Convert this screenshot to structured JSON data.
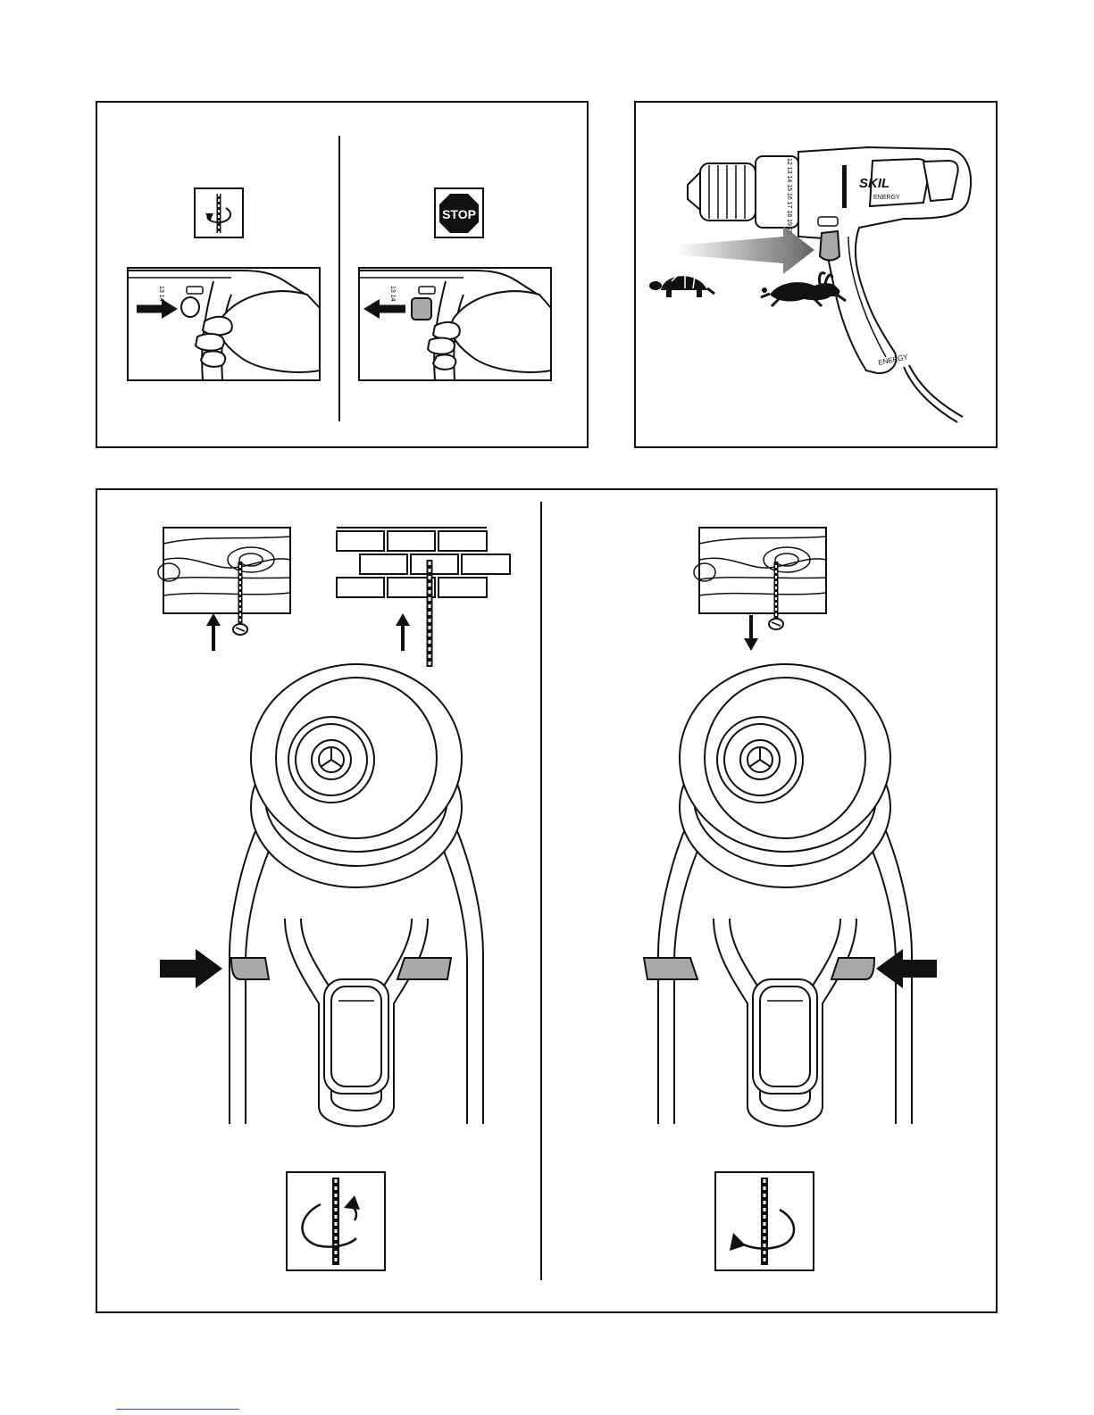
{
  "figure_a": {
    "left_icon": "forward-rotation-icon",
    "right_sign_text": "STOP",
    "left_scale_marks": "13 14",
    "right_scale_marks": "13 14"
  },
  "figure_b": {
    "brand": "SKIL",
    "model_top": "ENERGY",
    "model_handle": "ENERGY",
    "torque_scale": "12 13 14 15 16 17 18 19 20",
    "slow_icon": "turtle-icon",
    "fast_icon": "rabbit-icon"
  },
  "figure_c": {
    "left_icon": "clockwise-rotation-icon",
    "right_icon": "counterclockwise-rotation-icon"
  },
  "colors": {
    "line": "#111111",
    "switch_fill": "#a9a9a9",
    "speed_arrow": "#777777"
  }
}
